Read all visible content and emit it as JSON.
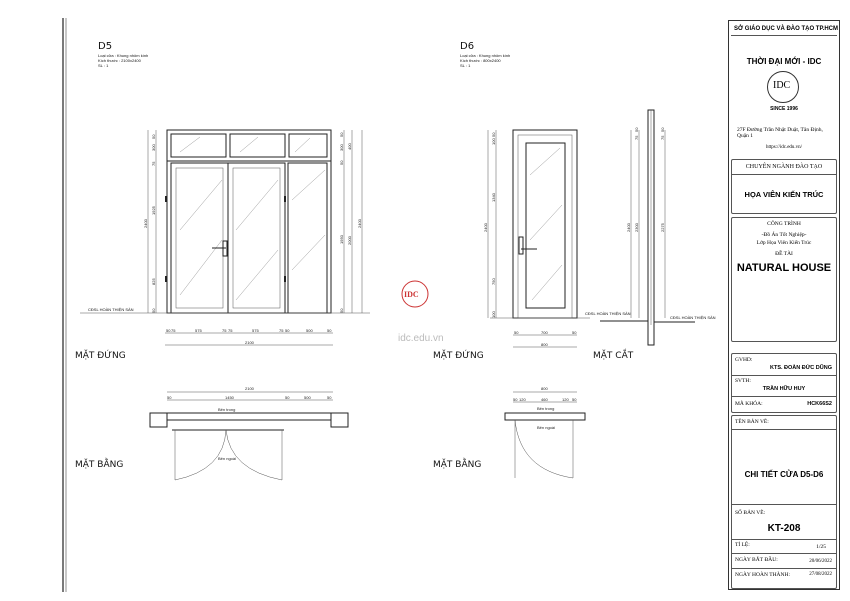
{
  "d5": {
    "title": "D5",
    "spec": [
      "Loại cửa : Khung nhôm kính",
      "Kích thước : 2100x2400",
      "SL : 1"
    ],
    "elevation_label": "MẶT ĐỨNG",
    "plan_label": "MẶT BẰNG",
    "floor_label": "CĐSL HOÀN THIỆN SÀN",
    "left_dims": [
      "50",
      "300",
      "75",
      "50",
      "1925",
      "825",
      "50"
    ],
    "left_total": "2400",
    "right_dims": [
      "50",
      "300",
      "50",
      "1950",
      "50"
    ],
    "right_mid": [
      "400",
      "2000"
    ],
    "right_total": "2400",
    "bottom_dims": [
      "50",
      "75",
      "575",
      "75",
      "75",
      "575",
      "75",
      "50",
      "500",
      "50"
    ],
    "bottom_total": "2100",
    "plan_total": "2100",
    "plan_dims": [
      "50",
      "1450",
      "50",
      "500",
      "50"
    ],
    "inside": "Bên trong",
    "outside": "Bên ngoài"
  },
  "d6": {
    "title": "D6",
    "spec": [
      "Loại cửa : Khung nhôm kính",
      "Kích thước : 800x2400",
      "SL : 1"
    ],
    "elevation_label": "MẶT ĐỨNG",
    "section_label": "MẶT CẮT",
    "plan_label": "MẶT BẰNG",
    "floor_label": "CĐSL HOÀN THIỆN SÀN",
    "floor_label_2": "CĐSL HOÀN THIỆN SÀN",
    "left_dims": [
      "50",
      "100",
      "1340",
      "750",
      "100"
    ],
    "left_total": "2400",
    "section_dims": [
      "2400",
      "2300",
      "75",
      "50",
      "2275",
      "75",
      "50"
    ],
    "bottom_dims": [
      "50",
      "700",
      "50"
    ],
    "bottom_total": "800",
    "plan_total": "800",
    "plan_dims": [
      "50",
      "120",
      "460",
      "120",
      "50"
    ],
    "inside": "Bên trong",
    "outside": "Bên ngoài"
  },
  "watermark": {
    "logo": "IDC",
    "url": "idc.edu.vn"
  },
  "title_block": {
    "department": "SỞ GIÁO DỤC VÀ ĐÀO TẠO TP.HCM",
    "school": "THỜI ĐẠI MỚI - IDC",
    "logo_text": "IDC",
    "since": "SINCE 1996",
    "address": "27F Đường Trần Nhật Duật, Tân Định, Quận 1",
    "website": "https://idc.edu.vn/",
    "major_label": "CHUYÊN NGÀNH ĐÀO TẠO",
    "major": "HỌA VIÊN KIẾN TRÚC",
    "project_label": "CÔNG TRÌNH",
    "project_line1": "-Đồ Án Tốt Nghiệp-",
    "project_line2": "Lớp Họa Viên Kiến Trúc",
    "topic_label": "ĐỀ TÀI",
    "topic": "NATURAL HOUSE",
    "instructor_label": "GVHD:",
    "instructor": "KTS. ĐOÀN ĐỨC DŨNG",
    "student_label": "SVTH:",
    "student": "TRẦN HỮU HUY",
    "course_label": "MÃ KHÓA:",
    "course": "HCK66S2",
    "drawing_name_label": "TÊN BẢN VẼ:",
    "drawing_name": "CHI TIẾT CỬA D5-D6",
    "drawing_no_label": "SỐ BẢN VẼ:",
    "drawing_no": "KT-208",
    "scale_label": "TỈ LỆ:",
    "scale": "1/25",
    "start_label": "NGÀY BẮT ĐẦU:",
    "start": "20/06/2022",
    "end_label": "NGÀY HOÀN THÀNH:",
    "end": "27/08/2022"
  }
}
